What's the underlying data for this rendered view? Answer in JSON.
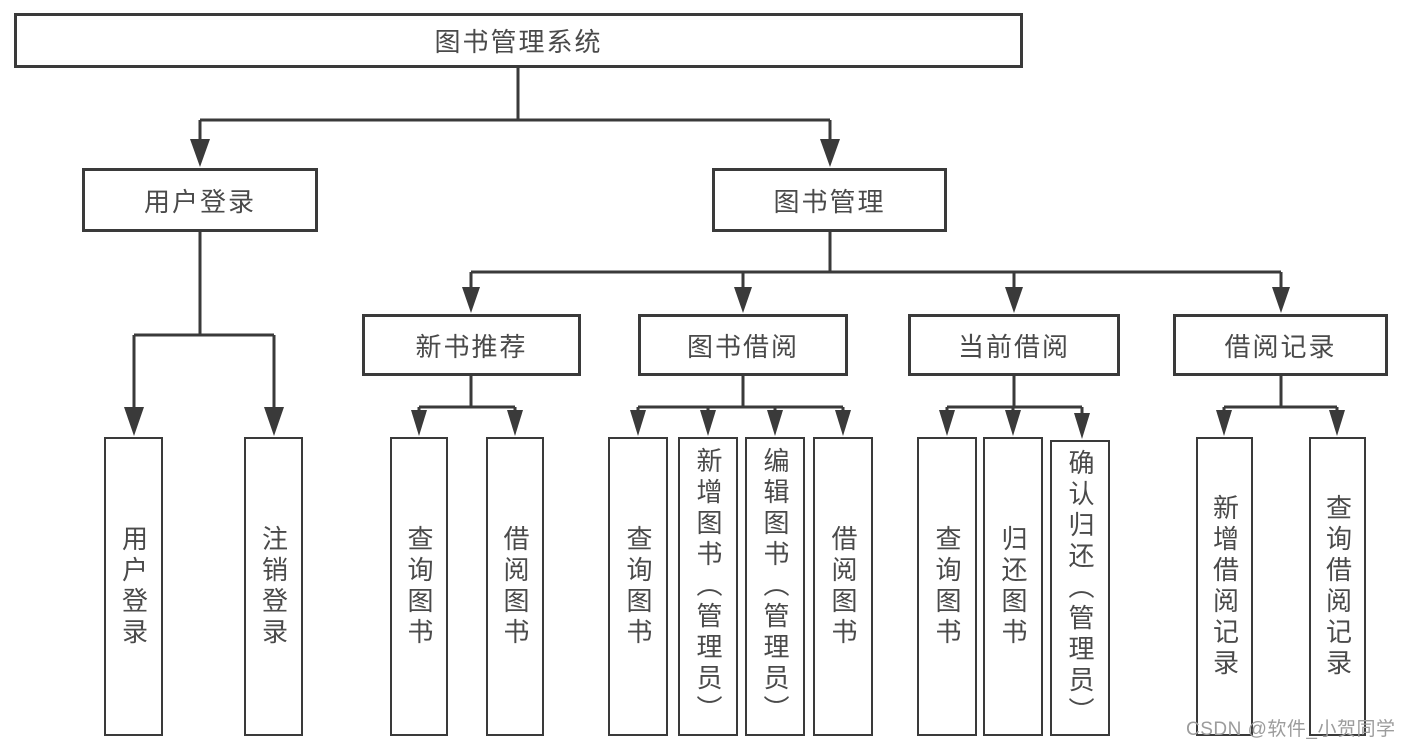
{
  "tree": {
    "label": "图书管理系统",
    "children": [
      {
        "label": "用户登录",
        "children": [
          {
            "label": "用户登录"
          },
          {
            "label": "注销登录"
          }
        ]
      },
      {
        "label": "图书管理",
        "children": [
          {
            "label": "新书推荐",
            "children": [
              {
                "label": "查询图书"
              },
              {
                "label": "借阅图书"
              }
            ]
          },
          {
            "label": "图书借阅",
            "children": [
              {
                "label": "查询图书"
              },
              {
                "label": "新增图书（管理员）"
              },
              {
                "label": "编辑图书（管理员）"
              },
              {
                "label": "借阅图书"
              }
            ]
          },
          {
            "label": "当前借阅",
            "children": [
              {
                "label": "查询图书"
              },
              {
                "label": "归还图书"
              },
              {
                "label": "确认归还（管理员）"
              }
            ]
          },
          {
            "label": "借阅记录",
            "children": [
              {
                "label": "新增借阅记录"
              },
              {
                "label": "查询借阅记录"
              }
            ]
          }
        ]
      }
    ]
  },
  "watermark": {
    "text": "CSDN @软件_小贺同学"
  },
  "colors": {
    "line": "#3a3a3a",
    "text": "#4a4a4a",
    "background": "#ffffff",
    "watermark": "#9c9c9c"
  }
}
